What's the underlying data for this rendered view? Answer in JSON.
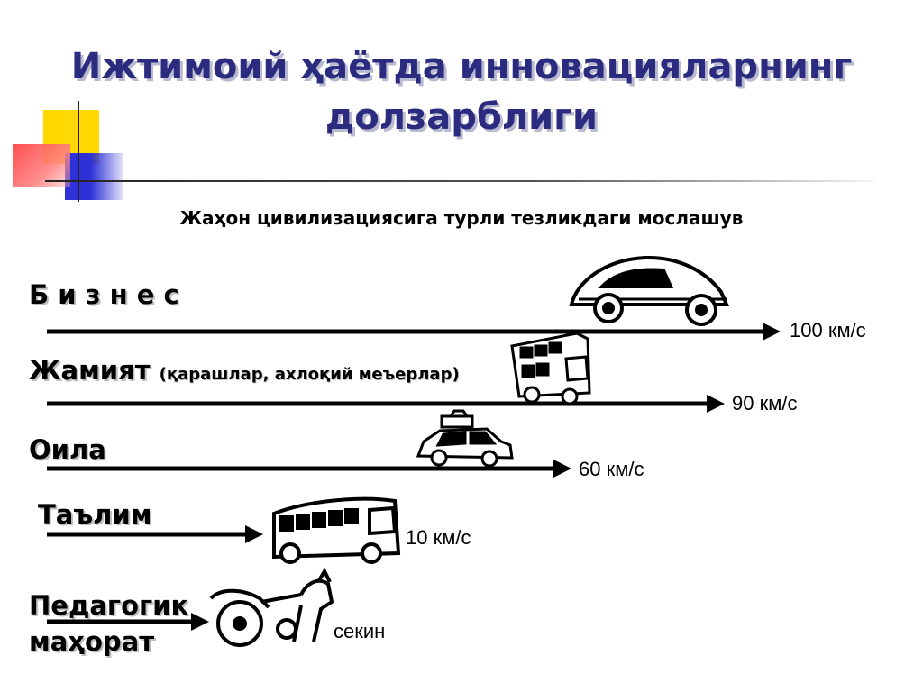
{
  "title_line1": "Ижтимоий ҳаётда инновацияларнинг",
  "title_line2": "долзарблиги",
  "subtitle": "Жаҳон цивилизациясига турли тезликдаги мослашув",
  "colors": {
    "title": "#2b2b80",
    "deco_yellow": "#ffd800",
    "deco_blue": "#2d31d6",
    "deco_red": "#ff4a4a"
  },
  "rows": [
    {
      "label": "Б и з н е с",
      "note": "",
      "speed": "100 км/с",
      "vehicle": "sports-car-icon"
    },
    {
      "label": "Жамият",
      "note": "(қарашлар, ахлоқий меъерлар)",
      "speed": "90 км/с",
      "vehicle": "double-decker-bus-icon"
    },
    {
      "label": "Оила",
      "note": "",
      "speed": "60 км/с",
      "vehicle": "family-car-icon"
    },
    {
      "label": "Таълим",
      "note": "",
      "speed": "10 км/с",
      "vehicle": "old-bus-icon"
    },
    {
      "label_line1": "Педагогик",
      "label_line2": "маҳорат",
      "speed": "секин",
      "vehicle": "horse-cart-icon"
    }
  ]
}
